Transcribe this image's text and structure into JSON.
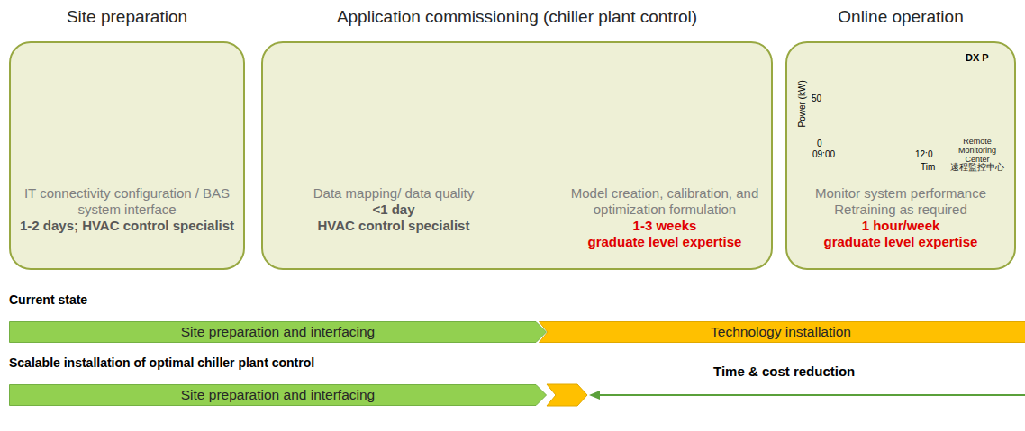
{
  "diagram": {
    "nodes": [
      {
        "text": [
          "Site preparation",
          "IT connectivity configuration / BAS system interface",
          "1-2 days; HVAC control specialist"
        ]
      },
      {
        "text": [
          "Application commissioning (chiller plant control)",
          "Data mapping/ data quality",
          "<1 day",
          "HVAC control specialist",
          "Model creation, calibration, and optimization formulation",
          "1-3 weeks",
          "graduate level expertise"
        ]
      },
      {
        "text": [
          "Online operation",
          "Monitor system performance Retraining as required",
          "1 hour/week",
          "graduate level expertise"
        ]
      },
      {
        "text": [
          "Site preparation and interfacing"
        ]
      },
      {
        "text": [
          "Technology installation"
        ]
      },
      {
        "text": [
          "Site preparation and interfacing"
        ]
      }
    ],
    "labels": [
      "Current state",
      "Scalable installation of optimal chiller plant control",
      "Time & cost reduction",
      "DX P",
      "Power (kW)",
      "50",
      "0",
      "09:00",
      "12:0",
      "Tim",
      "Remote Monitoring Center",
      "遠程監控中心"
    ]
  }
}
